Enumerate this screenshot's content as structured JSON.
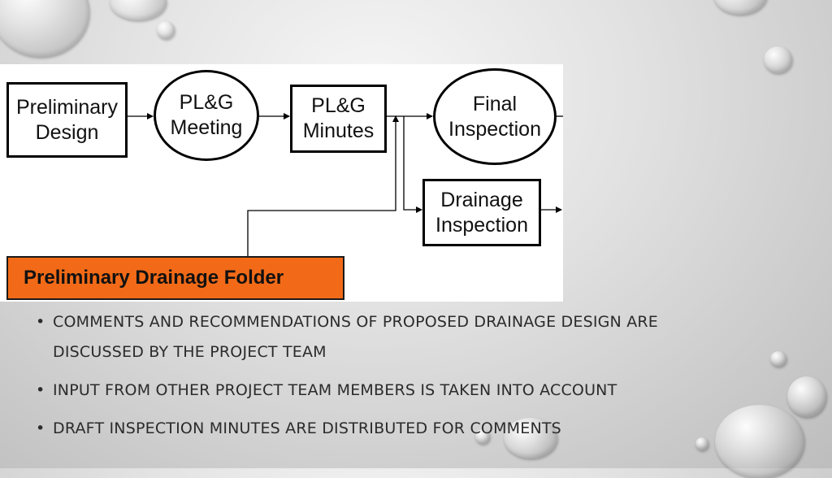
{
  "diagram": {
    "boxes": [
      {
        "id": "preliminary-design",
        "label": "Preliminary\nDesign",
        "shape": "rectangle"
      },
      {
        "id": "plg-meeting",
        "label": "PL&G\nMeeting",
        "shape": "ellipse"
      },
      {
        "id": "plg-minutes",
        "label": "PL&G\nMinutes",
        "shape": "rectangle"
      },
      {
        "id": "final-inspection",
        "label": "Final\nInspection",
        "shape": "ellipse"
      },
      {
        "id": "drainage-inspection",
        "label": "Drainage\nInspection",
        "shape": "rectangle"
      }
    ],
    "folder": {
      "label": "Preliminary Drainage Folder",
      "color": "#f26a17"
    },
    "edges": [
      {
        "from": "preliminary-design",
        "to": "plg-meeting"
      },
      {
        "from": "plg-meeting",
        "to": "plg-minutes"
      },
      {
        "from": "plg-minutes",
        "to": "final-inspection"
      },
      {
        "from": "plg-minutes",
        "to": "drainage-inspection"
      },
      {
        "from": "preliminary-drainage-folder",
        "to": "plg-minutes"
      }
    ]
  },
  "bullets": [
    "Comments and recommendations of proposed drainage design are discussed by the project team",
    "Input from other project team members is taken into account",
    "Draft inspection minutes are distributed for comments"
  ],
  "bullet_symbol": "•",
  "icons": {
    "background_decoration": "water-droplet-icon"
  }
}
